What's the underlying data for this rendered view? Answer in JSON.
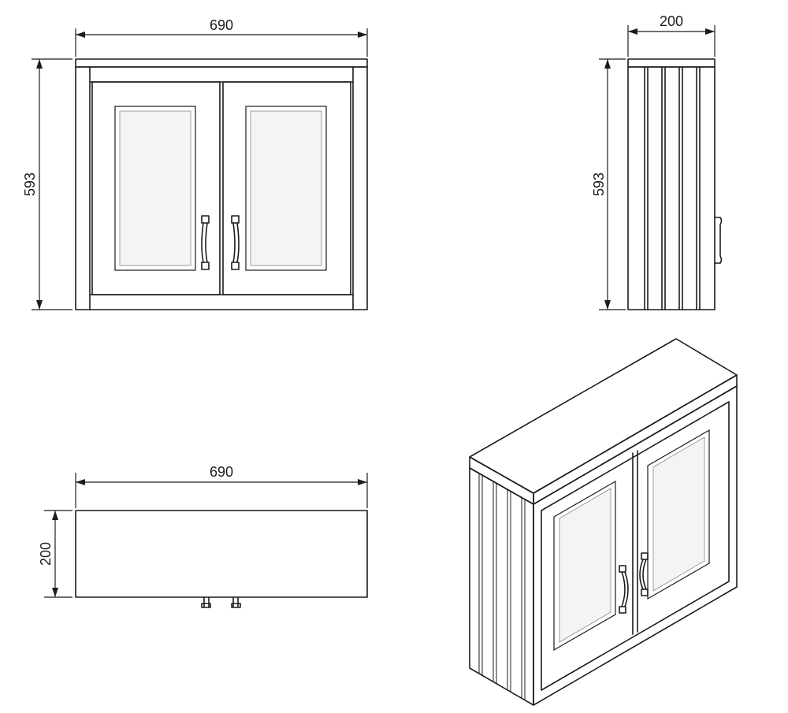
{
  "colors": {
    "line": "#1c1c1c",
    "background": "#ffffff",
    "glass": "#f4f4f4"
  },
  "front_view": {
    "width_label": "690",
    "height_label": "593"
  },
  "side_view": {
    "depth_label": "200",
    "height_label": "593"
  },
  "top_view": {
    "width_label": "690",
    "depth_label": "200"
  }
}
